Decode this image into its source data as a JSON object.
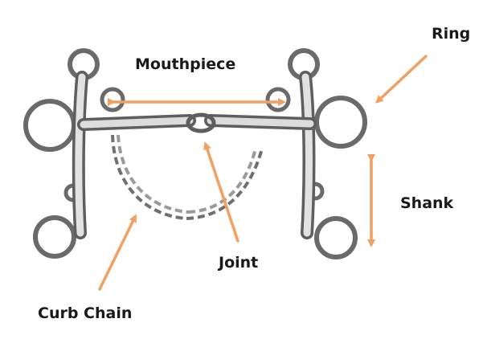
{
  "diagram": {
    "labels": {
      "ring": "Ring",
      "mouthpiece": "Mouthpiece",
      "shank": "Shank",
      "joint": "Joint",
      "curb_chain": "Curb Chain"
    },
    "colors": {
      "arrow": "#f0a060",
      "metal_stroke": "#6a6a6a",
      "metal_fill": "#d6d6d6",
      "label_text": "#1a1a1a",
      "background": "#ffffff"
    }
  }
}
